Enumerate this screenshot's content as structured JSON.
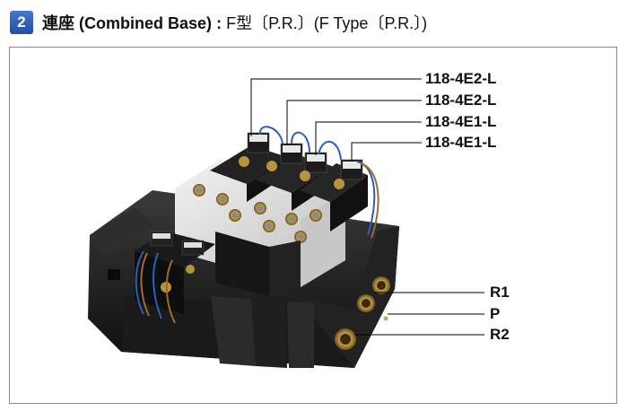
{
  "header": {
    "badge": "2",
    "title_cn": "連座",
    "title_en": "(Combined  Base)",
    "title_sep": ":",
    "title_ftype": "F型〔P.R.〕(F Type〔P.R.〕)"
  },
  "callouts": {
    "models": [
      "118-4E2-L",
      "118-4E2-L",
      "118-4E1-L",
      "118-4E1-L"
    ],
    "ports": [
      "R1",
      "P",
      "R2"
    ]
  },
  "colors": {
    "badge": "#1d4fa8",
    "manifold": "#161616",
    "valve_body": "#e4e4e4",
    "coil": "#1e1e1e",
    "wire_blue": "#2a5fc0",
    "wire_brown": "#a06a2a"
  }
}
